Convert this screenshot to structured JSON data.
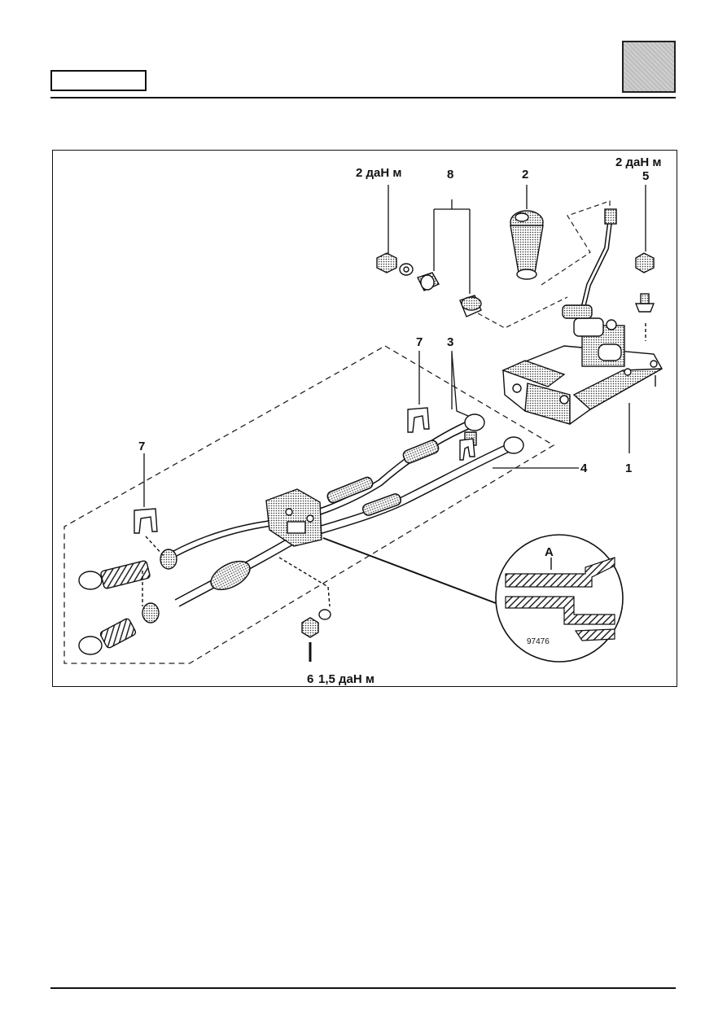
{
  "header": {
    "left_box_text": "",
    "section_tab_text": ""
  },
  "figure": {
    "callouts": {
      "torque_top_left": "2 даН м",
      "torque_top_right": "2 даН м",
      "torque_bottom": "1,5 даН м",
      "item_1": "1",
      "item_2": "2",
      "item_3": "3",
      "item_4": "4",
      "item_5": "5",
      "item_6": "6",
      "item_7_upper": "7",
      "item_7_left": "7",
      "item_8": "8",
      "detail_letter": "A"
    },
    "reference_number": "97476"
  }
}
